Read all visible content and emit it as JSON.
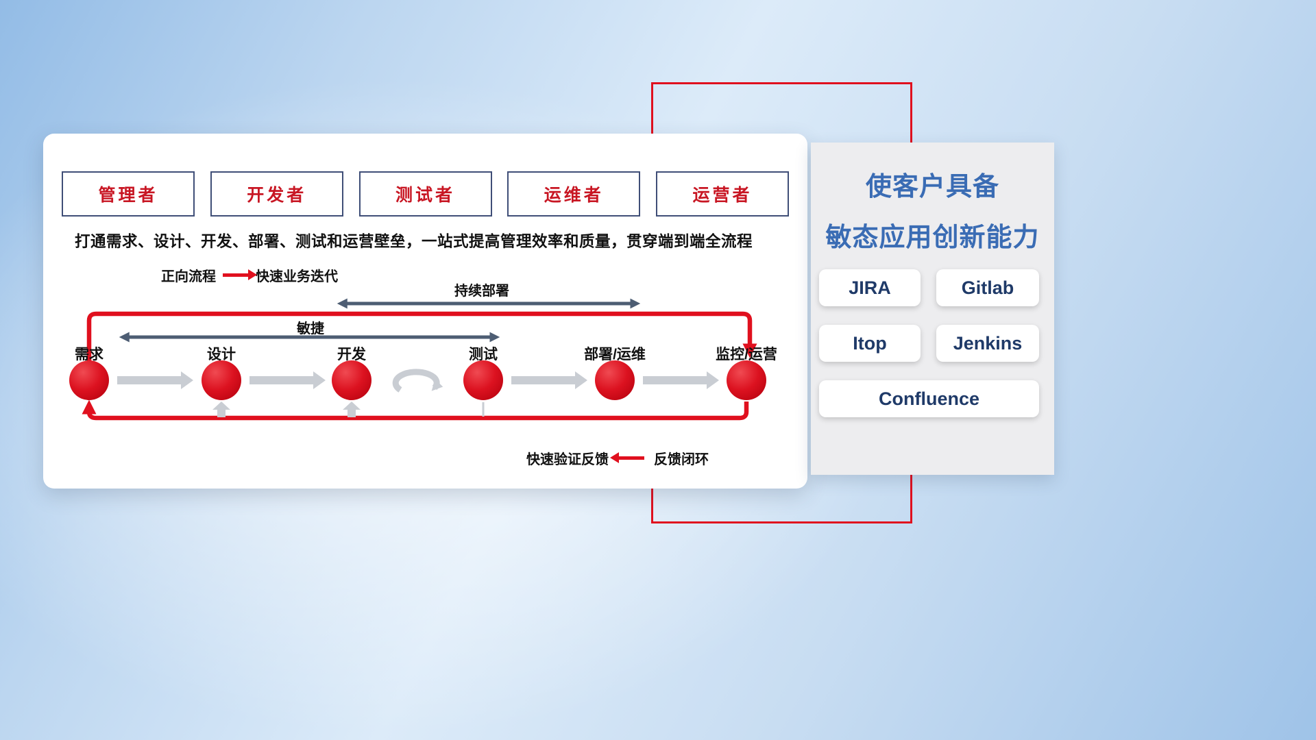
{
  "roles": [
    "管理者",
    "开发者",
    "测试者",
    "运维者",
    "运营者"
  ],
  "subtitle": "打通需求、设计、开发、部署、测试和运营壁垒，一站式提高管理效率和质量，贯穿端到端全流程",
  "legend_forward": {
    "label": "正向流程",
    "value": "快速业务迭代"
  },
  "flow": {
    "continuous_deploy": "持续部署",
    "agile": "敏捷",
    "stages": [
      "需求",
      "设计",
      "开发",
      "测试",
      "部署/运维",
      "监控/运营"
    ]
  },
  "legend_feedback": {
    "label": "快速验证反馈",
    "value": "反馈闭环"
  },
  "panel": {
    "title_line1": "使客户具备",
    "title_line2": "敏态应用创新能力",
    "tools": [
      "JIRA",
      "Gitlab",
      "Itop",
      "Jenkins",
      "Confluence"
    ]
  },
  "icons": {
    "forward_arrow": "red-right-arrow",
    "feedback_arrow": "red-left-arrow",
    "iteration_loop": "gray-loop-arrow",
    "flow_arrow": "gray-right-arrow"
  },
  "colors": {
    "red": "#e0101e",
    "navy_border": "#3f4e77",
    "role_text_red": "#c81623",
    "slate_arrow": "#4d5d73",
    "gray_arrow": "#c9cdd3",
    "panel_title_blue": "#3a6cb4",
    "tool_text_navy": "#1f3a68",
    "panel_bg": "#ededef"
  }
}
